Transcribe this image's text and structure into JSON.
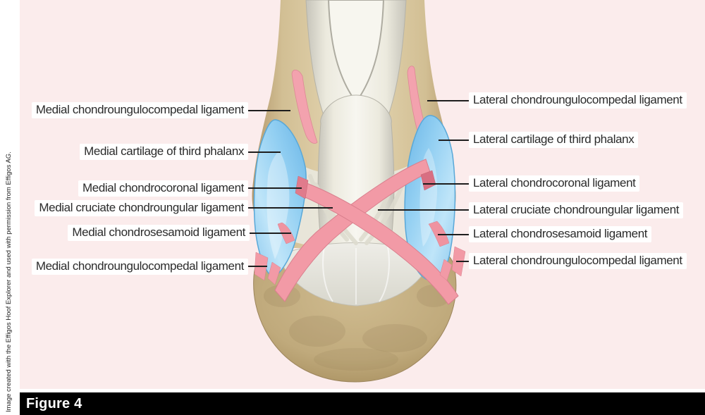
{
  "figure": {
    "label": "Figure 4"
  },
  "credit": "Image created with the Effigos Hoof Explorer and used with permission from Effigos AG.",
  "labels": {
    "left": [
      {
        "text": "Medial chondroungulocompedal ligament"
      },
      {
        "text": "Medial cartilage of third phalanx"
      },
      {
        "text": "Medial chondrocoronal ligament"
      },
      {
        "text": "Medial cruciate chondroungular ligament"
      },
      {
        "text": "Medial chondrosesamoid ligament"
      },
      {
        "text": "Medial chondroungulocompedal ligament"
      }
    ],
    "right": [
      {
        "text": "Lateral chondroungulocompedal ligament"
      },
      {
        "text": "Lateral cartilage of third phalanx"
      },
      {
        "text": "Lateral chondrocoronal ligament"
      },
      {
        "text": "Lateral cruciate chondroungular ligament"
      },
      {
        "text": "Lateral chondrosesamoid ligament"
      },
      {
        "text": "Lateral chondroungulocompedal ligament"
      }
    ]
  },
  "colors": {
    "background_pink": "#fbecec",
    "label_background": "#ffffff",
    "label_text": "#2b2b2b",
    "bone_tan": "#d5c197",
    "tendon_ivory": "#f0eee5",
    "cartilage_blue": "#8ecdf0",
    "ligament_pink": "#f29aa6",
    "figure_bar": "#000000",
    "figure_text": "#ffffff"
  }
}
